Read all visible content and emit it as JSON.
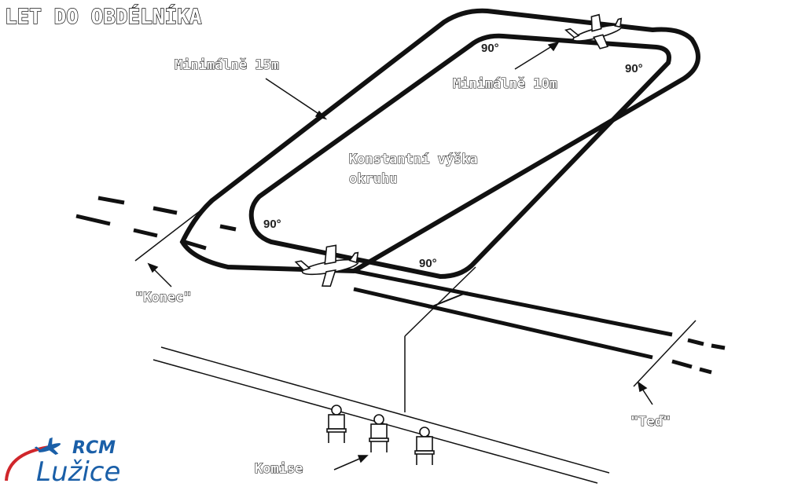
{
  "title": "LET DO OBDÉLNÍKA",
  "labels": {
    "min_outer": "Minimálně 15m",
    "min_inner": "Minimálně 10m",
    "altitude_line1": "Konstantní výška",
    "altitude_line2": "okruhu",
    "end": "\"Konec\"",
    "now": "\"Teď\"",
    "commission": "Komise"
  },
  "angles": {
    "top_left": "90°",
    "top_right": "90°",
    "bottom_left": "90°",
    "bottom_right": "90°"
  },
  "logo": {
    "line1": "RCM",
    "line2": "Lužice",
    "color": "#1a5fa8"
  },
  "colors": {
    "ink": "#111111",
    "logo_blue": "#1a5fa8",
    "swoosh_red": "#d0262b"
  },
  "icons": [
    "airplane-icon",
    "judge-figure-icon",
    "logo-plane-icon"
  ]
}
